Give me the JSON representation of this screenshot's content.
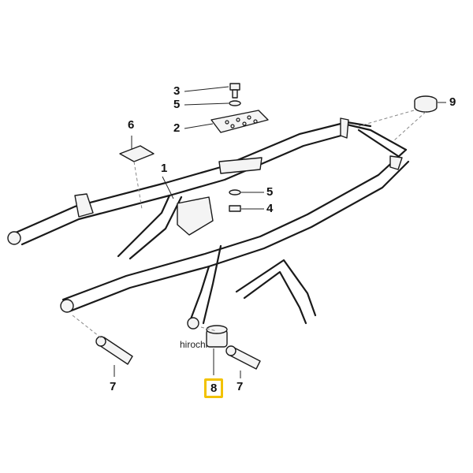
{
  "diagram": {
    "callouts": [
      {
        "id": "callout-1",
        "text": "1"
      },
      {
        "id": "callout-2",
        "text": "2"
      },
      {
        "id": "callout-3",
        "text": "3"
      },
      {
        "id": "callout-4",
        "text": "4"
      },
      {
        "id": "callout-5a",
        "text": "5"
      },
      {
        "id": "callout-5b",
        "text": "5"
      },
      {
        "id": "callout-6",
        "text": "6"
      },
      {
        "id": "callout-7a",
        "text": "7"
      },
      {
        "id": "callout-7b",
        "text": "7"
      },
      {
        "id": "callout-8",
        "text": "8",
        "highlighted": true
      },
      {
        "id": "callout-9",
        "text": "9"
      }
    ],
    "watermark": "hirochi",
    "highlight_color": "#f2c200"
  }
}
